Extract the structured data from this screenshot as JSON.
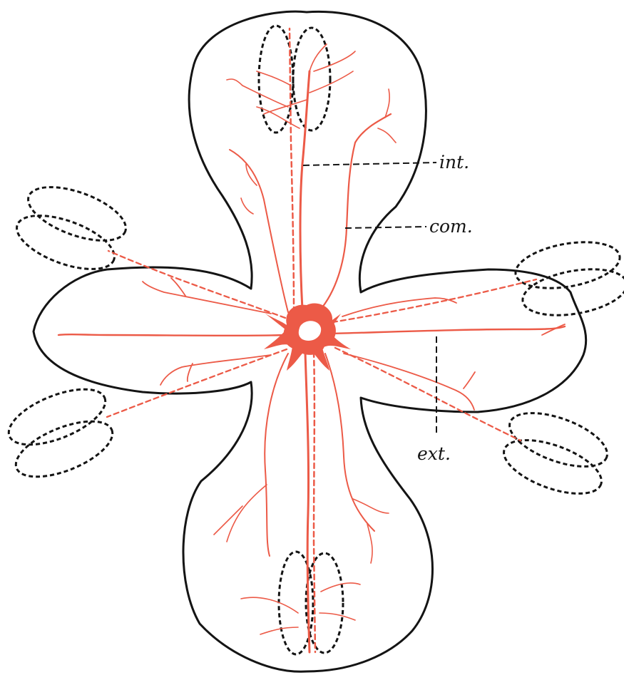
{
  "labels": {
    "int": "int.",
    "com": "com.",
    "ext": "ext."
  },
  "colors": {
    "outline": "#141414",
    "vein": "#ec5a47",
    "background": "#ffffff"
  }
}
